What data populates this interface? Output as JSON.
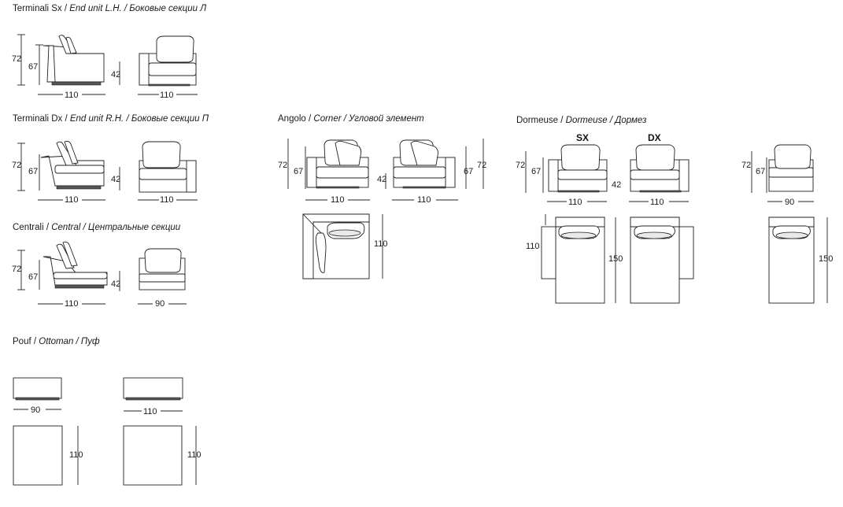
{
  "sections": {
    "terminali_sx": {
      "a": "Terminali Sx / ",
      "b": "End unit L.H. / Боковые секции Л"
    },
    "terminali_dx": {
      "a": "Terminali Dx / ",
      "b": "End unit R.H. / Боковые секции П"
    },
    "centrali": {
      "a": "Centrali / ",
      "b": "Central / Центральные секции"
    },
    "angolo": {
      "a": "Angolo / ",
      "b": "Corner / Угловой элемент"
    },
    "dormeuse": {
      "a": "Dormeuse / ",
      "b": "Dormeuse / Дормез"
    },
    "pouf": {
      "a": "Pouf / ",
      "b": "Ottoman / Пуф"
    }
  },
  "labels": {
    "sx": "SX",
    "dx": "DX"
  },
  "dims": {
    "d72": "72",
    "d67": "67",
    "d42": "42",
    "d110": "110",
    "d90": "90",
    "d150": "150"
  }
}
